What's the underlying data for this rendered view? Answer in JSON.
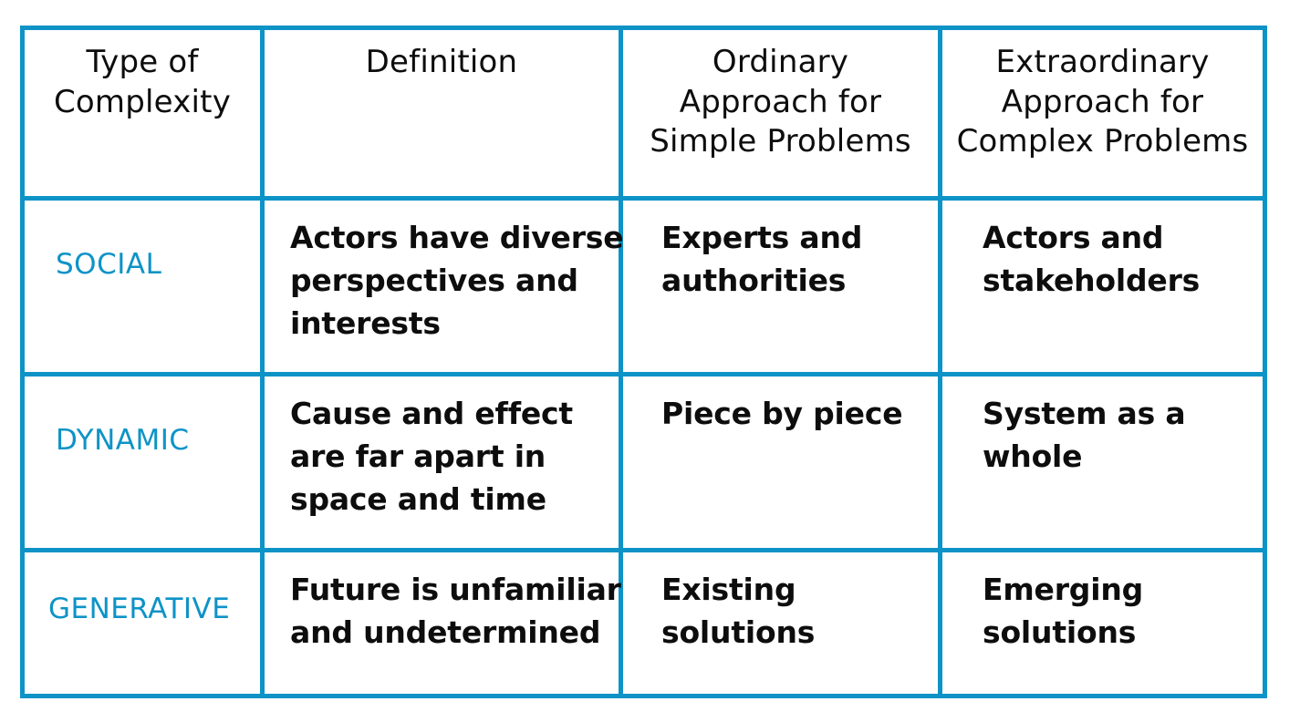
{
  "document": {
    "title": "Type of Complexity comparison table",
    "background_color": "#ffffff",
    "accent_color": "#0e93c7",
    "text_color": "#0d0d0d"
  },
  "table": {
    "headers": [
      {
        "name": "type-of-complexity",
        "lines": [
          "Type of",
          "Complexity"
        ]
      },
      {
        "name": "definition",
        "lines": [
          "Definition"
        ]
      },
      {
        "name": "ordinary-approach",
        "lines": [
          "Ordinary",
          "Approach for",
          "Simple Problems"
        ]
      },
      {
        "name": "extraordinary-approach",
        "lines": [
          "Extraordinary",
          "Approach for",
          "Complex Problems"
        ]
      }
    ],
    "rows": [
      {
        "label": "SOCIAL",
        "definition_lines": [
          "Actors have diverse",
          "perspectives and",
          "interests"
        ],
        "ordinary_lines": [
          "Experts and",
          "authorities"
        ],
        "extraordinary_lines": [
          "Actors and",
          "stakeholders"
        ]
      },
      {
        "label": "DYNAMIC",
        "definition_lines": [
          "Cause and effect",
          "are far apart in",
          "space and time"
        ],
        "ordinary_lines": [
          "Piece by piece"
        ],
        "extraordinary_lines": [
          "System as a",
          "whole"
        ]
      },
      {
        "label": "GENERATIVE",
        "definition_lines": [
          "Future is unfamiliar",
          "and undetermined"
        ],
        "ordinary_lines": [
          "Existing",
          "solutions"
        ],
        "extraordinary_lines": [
          "Emerging",
          "solutions"
        ]
      }
    ]
  }
}
